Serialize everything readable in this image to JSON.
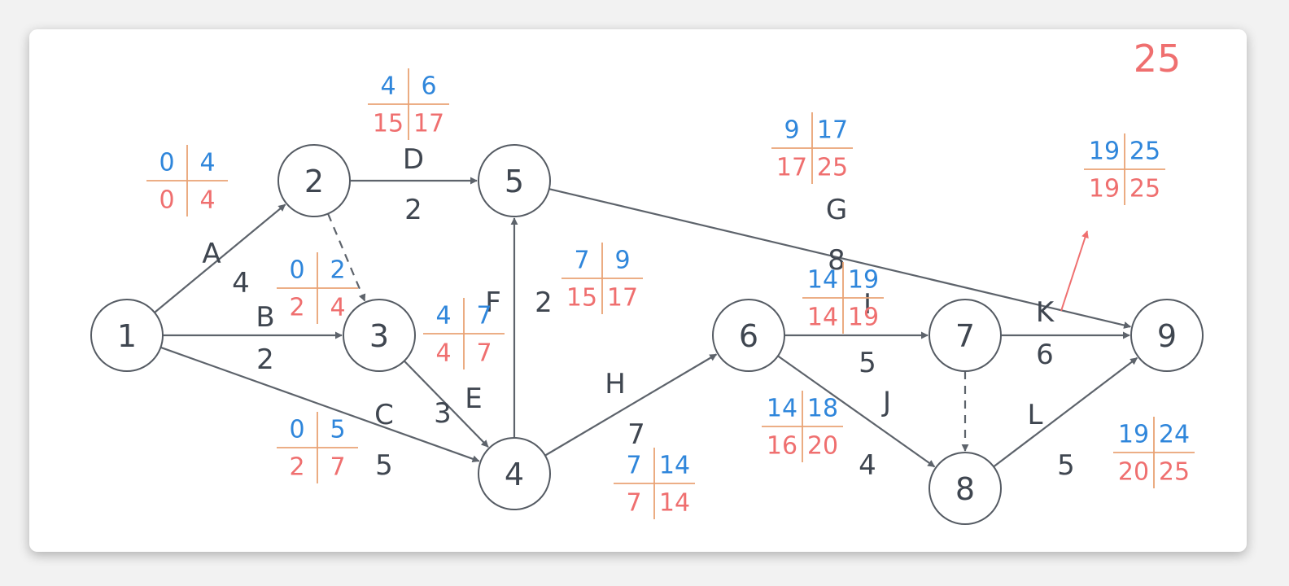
{
  "total_duration": "25",
  "nodes": [
    "1",
    "2",
    "3",
    "4",
    "5",
    "6",
    "7",
    "8",
    "9"
  ],
  "edges": [
    {
      "from": "1",
      "to": "2",
      "name": "A",
      "duration": "4",
      "dashed": false
    },
    {
      "from": "1",
      "to": "3",
      "name": "B",
      "duration": "2",
      "dashed": false
    },
    {
      "from": "1",
      "to": "4",
      "name": "C",
      "duration": "5",
      "dashed": false
    },
    {
      "from": "2",
      "to": "5",
      "name": "D",
      "duration": "2",
      "dashed": false
    },
    {
      "from": "2",
      "to": "3",
      "name": "",
      "duration": "",
      "dashed": true
    },
    {
      "from": "3",
      "to": "4",
      "name": "E",
      "duration": "3",
      "dashed": false
    },
    {
      "from": "4",
      "to": "5",
      "name": "F",
      "duration": "2",
      "dashed": false
    },
    {
      "from": "5",
      "to": "9",
      "name": "G",
      "duration": "8",
      "dashed": false
    },
    {
      "from": "4",
      "to": "6",
      "name": "H",
      "duration": "7",
      "dashed": false
    },
    {
      "from": "6",
      "to": "7",
      "name": "I",
      "duration": "5",
      "dashed": false
    },
    {
      "from": "6",
      "to": "8",
      "name": "J",
      "duration": "4",
      "dashed": false
    },
    {
      "from": "7",
      "to": "9",
      "name": "K",
      "duration": "6",
      "dashed": false
    },
    {
      "from": "7",
      "to": "8",
      "name": "",
      "duration": "",
      "dashed": true
    },
    {
      "from": "8",
      "to": "9",
      "name": "L",
      "duration": "5",
      "dashed": false
    }
  ],
  "time_tables": [
    {
      "activity": "A",
      "es": "0",
      "ef": "4",
      "ls": "0",
      "lf": "4"
    },
    {
      "activity": "B",
      "es": "0",
      "ef": "2",
      "ls": "2",
      "lf": "4"
    },
    {
      "activity": "C",
      "es": "0",
      "ef": "5",
      "ls": "2",
      "lf": "7"
    },
    {
      "activity": "D",
      "es": "4",
      "ef": "6",
      "ls": "15",
      "lf": "17"
    },
    {
      "activity": "E",
      "es": "4",
      "ef": "7",
      "ls": "4",
      "lf": "7"
    },
    {
      "activity": "F",
      "es": "7",
      "ef": "9",
      "ls": "15",
      "lf": "17"
    },
    {
      "activity": "G",
      "es": "9",
      "ef": "17",
      "ls": "17",
      "lf": "25"
    },
    {
      "activity": "H",
      "es": "7",
      "ef": "14",
      "ls": "7",
      "lf": "14"
    },
    {
      "activity": "I",
      "es": "14",
      "ef": "19",
      "ls": "14",
      "lf": "19"
    },
    {
      "activity": "J",
      "es": "14",
      "ef": "18",
      "ls": "16",
      "lf": "20"
    },
    {
      "activity": "K",
      "es": "19",
      "ef": "25",
      "ls": "19",
      "lf": "25"
    },
    {
      "activity": "L",
      "es": "19",
      "ef": "24",
      "ls": "20",
      "lf": "25"
    }
  ]
}
